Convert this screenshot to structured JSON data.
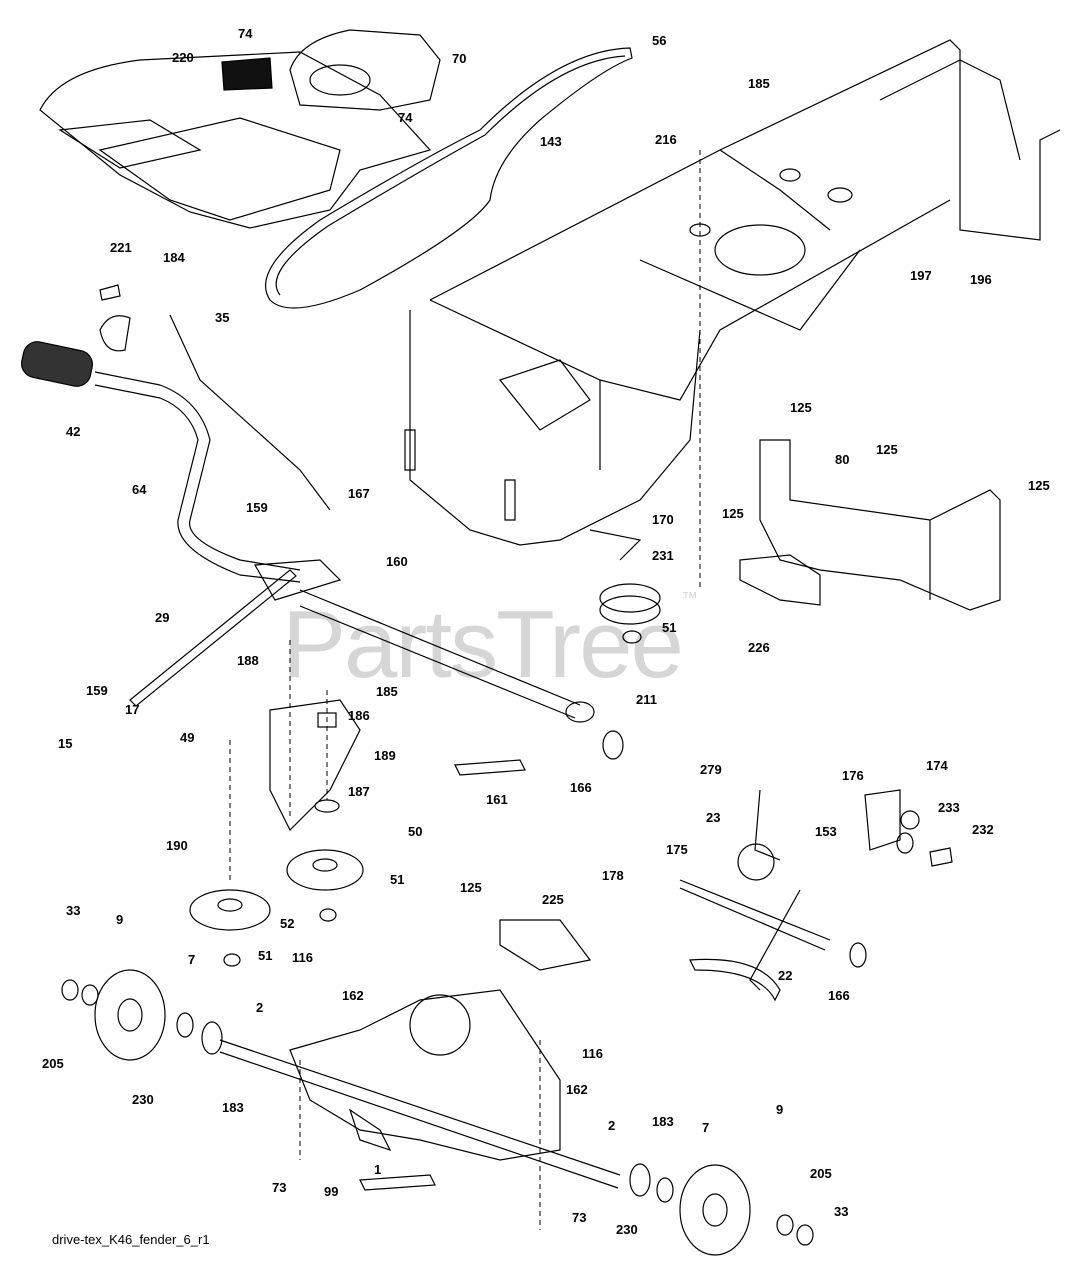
{
  "watermark": {
    "text": "PartsTree",
    "mark": "™"
  },
  "caption": "drive-tex_K46_fender_6_r1",
  "parts": {
    "p74a": "74",
    "p220": "220",
    "p70": "70",
    "p74b": "74",
    "p56": "56",
    "p185a": "185",
    "p143": "143",
    "p216": "216",
    "p221": "221",
    "p184": "184",
    "p35": "35",
    "p42": "42",
    "p197": "197",
    "p196": "196",
    "p125a": "125",
    "p80": "80",
    "p125b": "125",
    "p125c": "125",
    "p125d": "125",
    "p64": "64",
    "p159a": "159",
    "p167": "167",
    "p160": "160",
    "p170": "170",
    "p231": "231",
    "p29": "29",
    "p51a": "51",
    "p226": "226",
    "p188": "188",
    "p185b": "185",
    "p159b": "159",
    "p17": "17",
    "p211": "211",
    "p186": "186",
    "p49": "49",
    "p15": "15",
    "p189": "189",
    "p166a": "166",
    "p161": "161",
    "p187": "187",
    "p279": "279",
    "p176": "176",
    "p174": "174",
    "p23": "23",
    "p153": "153",
    "p233": "233",
    "p232": "232",
    "p50": "50",
    "p190": "190",
    "p175": "175",
    "p51b": "51",
    "p178": "178",
    "p125e": "125",
    "p225": "225",
    "p33a": "33",
    "p9a": "9",
    "p52": "52",
    "p7a": "7",
    "p51c": "51",
    "p22": "22",
    "p166b": "166",
    "p116a": "116",
    "p162a": "162",
    "p2a": "2",
    "p116b": "116",
    "p205a": "205",
    "p230a": "230",
    "p183a": "183",
    "p162b": "162",
    "p2b": "2",
    "p183b": "183",
    "p7b": "7",
    "p9b": "9",
    "p73a": "73",
    "p1": "1",
    "p99": "99",
    "p205b": "205",
    "p33b": "33",
    "p230b": "230",
    "p73b": "73"
  }
}
